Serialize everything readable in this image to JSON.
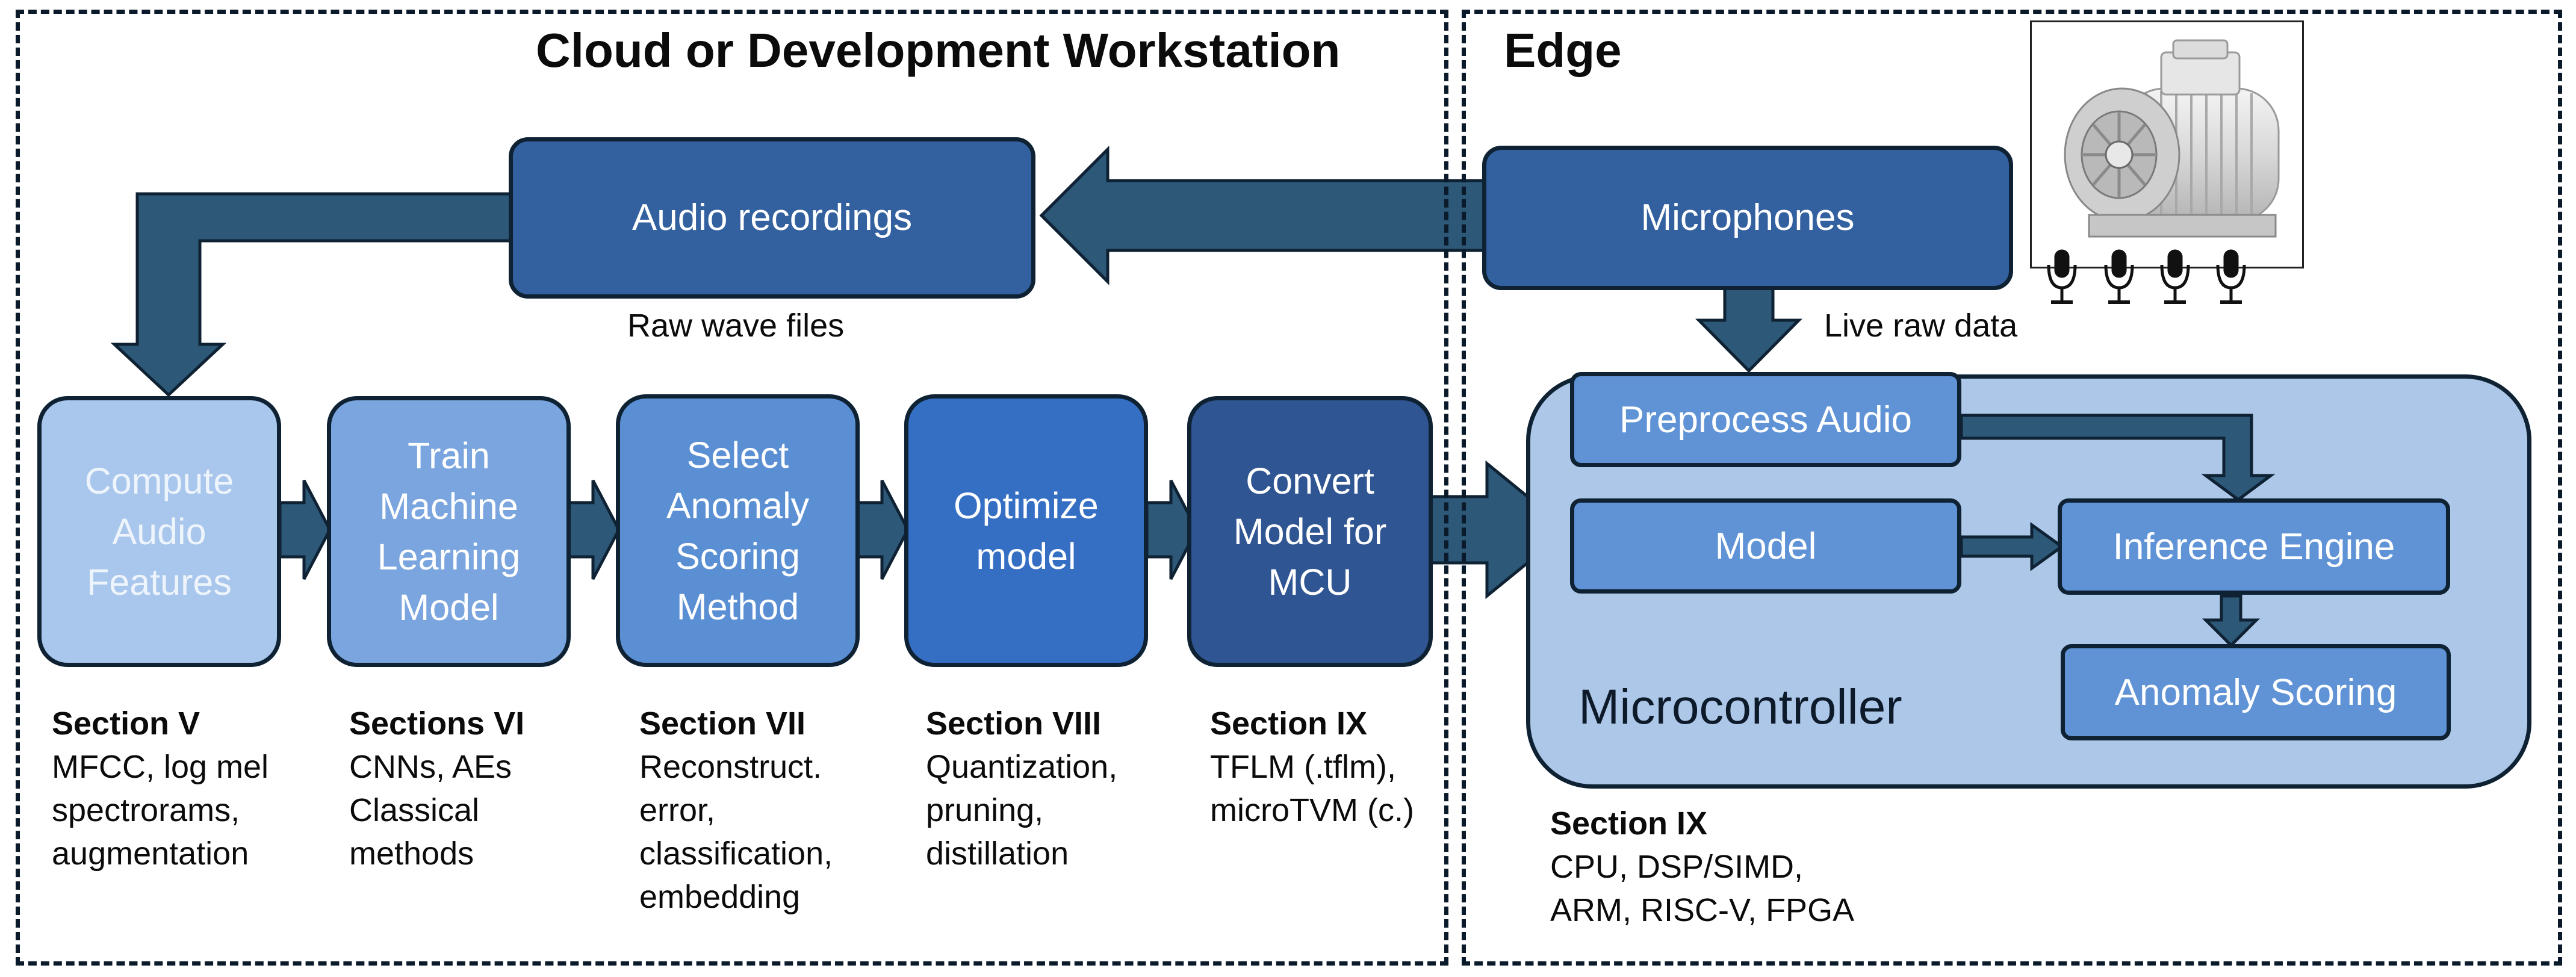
{
  "regions": {
    "cloud_title": "Cloud or Development Workstation",
    "edge_title": "Edge"
  },
  "sources": {
    "audio_recordings": "Audio recordings",
    "microphones": "Microphones",
    "raw_wave_files": "Raw wave files",
    "live_raw_data": "Live raw data"
  },
  "pipeline": [
    {
      "lines": [
        "Compute",
        "Audio",
        "Features"
      ],
      "color": "#a9c7ec",
      "text_color": "#eef4fb",
      "section": "Section V",
      "notes": [
        "MFCC, log mel",
        "spectrorams,",
        "augmentation"
      ]
    },
    {
      "lines": [
        "Train",
        "Machine",
        "Learning",
        "Model"
      ],
      "color": "#7aa5de",
      "text_color": "#ffffff",
      "section": "Sections VI",
      "notes": [
        "CNNs, AEs",
        "Classical",
        "methods"
      ]
    },
    {
      "lines": [
        "Select",
        "Anomaly",
        "Scoring",
        "Method"
      ],
      "color": "#5b8fd3",
      "text_color": "#ffffff",
      "section": "Section VII",
      "notes": [
        "Reconstruct.",
        "error,",
        "classification,",
        "embedding"
      ]
    },
    {
      "lines": [
        "Optimize",
        "model"
      ],
      "color": "#356fc4",
      "text_color": "#ffffff",
      "section": "Section VIII",
      "notes": [
        "Quantization,",
        "pruning,",
        "distillation"
      ]
    },
    {
      "lines": [
        "Convert",
        "Model for",
        "MCU"
      ],
      "color": "#2f5592",
      "text_color": "#ffffff",
      "section": "Section IX",
      "notes": [
        "TFLM (.tflm),",
        "microTVM (c.)"
      ]
    }
  ],
  "microcontroller": {
    "label": "Microcontroller",
    "preprocess": "Preprocess Audio",
    "model": "Model",
    "inference": "Inference Engine",
    "scoring": "Anomaly Scoring",
    "section": "Section IX",
    "notes": [
      "CPU, DSP/SIMD,",
      "ARM, RISC-V, FPGA"
    ]
  },
  "colors": {
    "arrow": "#2d5878",
    "arrow_border": "#0e2233",
    "dark_box": "#33609f",
    "mcu_fill": "#adc7e8",
    "mcu_box": "#5f93d6"
  }
}
